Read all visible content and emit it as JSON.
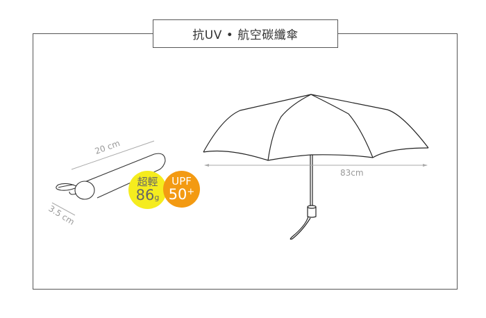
{
  "title": "抗UV • 航空碳纖傘",
  "folded_umbrella": {
    "length_label": "20 cm",
    "diameter_label": "3.5 cm"
  },
  "badges": {
    "weight": {
      "top": "超輕",
      "value": "86",
      "unit": "g",
      "color": "#f5ec1e"
    },
    "upf": {
      "top": "UPF",
      "value": "50",
      "suffix": "+",
      "color": "#f39a12"
    }
  },
  "open_umbrella": {
    "span_label": "83cm"
  },
  "colors": {
    "frame": "#555555",
    "dimension": "#999999"
  }
}
